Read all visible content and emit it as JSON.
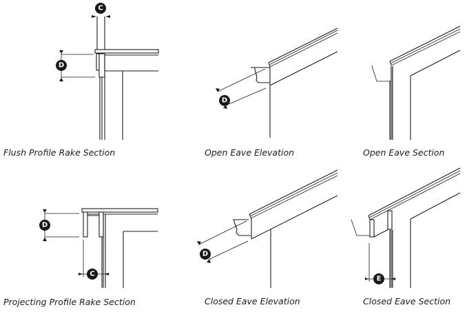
{
  "figure": {
    "panels": [
      {
        "id": "flush-profile-rake-section",
        "caption": "Flush Profile Rake Section",
        "dimension_labels": [
          "C",
          "D"
        ]
      },
      {
        "id": "open-eave-elevation",
        "caption": "Open Eave Elevation",
        "dimension_labels": [
          "D"
        ]
      },
      {
        "id": "open-eave-section",
        "caption": "Open Eave Section",
        "dimension_labels": []
      },
      {
        "id": "projecting-profile-rake-section",
        "caption": "Projecting Profile Rake Section",
        "dimension_labels": [
          "D",
          "C"
        ]
      },
      {
        "id": "closed-eave-elevation",
        "caption": "Closed Eave Elevation",
        "dimension_labels": [
          "D"
        ]
      },
      {
        "id": "closed-eave-section",
        "caption": "Closed Eave Section",
        "dimension_labels": [
          "E"
        ]
      }
    ]
  }
}
